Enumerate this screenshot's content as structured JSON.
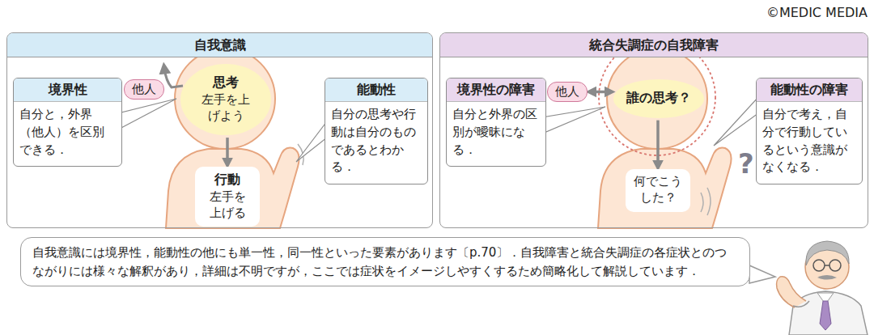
{
  "diagram": {
    "nodes": [
      {
        "text": [
          "自我意識"
        ]
      },
      {
        "text": [
          "境界性",
          "自分と，外界（他人）を区別できる．"
        ],
        "in": 0
      },
      {
        "text": [
          "他人"
        ],
        "in": 0
      },
      {
        "text": [
          "思考",
          "左手を上げよう"
        ],
        "in": 0
      },
      {
        "text": [
          "行動",
          "左手を上げる"
        ],
        "in": 0
      },
      {
        "text": [
          "能動性",
          "自分の思考や行動は自分のものであるとわかる．"
        ],
        "in": 0
      },
      {
        "text": [
          "統合失調症の自我障害"
        ]
      },
      {
        "text": [
          "境界性の障害",
          "自分と外界の区別が曖昧になる．"
        ],
        "in": 6
      },
      {
        "text": [
          "他人"
        ],
        "in": 6
      },
      {
        "text": [
          "誰の思考？"
        ],
        "in": 6
      },
      {
        "text": [
          "何でこうした？"
        ],
        "in": 6
      },
      {
        "text": [
          "能動性の障害",
          "自分で考え，自分で行動しているという意識がなくなる．"
        ],
        "in": 6
      },
      {
        "text": [
          "自我意識には境界性，能動性の他にも単一性，同一性といった要素があります〔p.70〕．自我障害と統合失調症の各症状とのつながりには様々な解釈があり，詳細は不明ですが，ここでは症状をイメージしやすくするため簡略化して解説しています．"
        ]
      }
    ],
    "edges": [
      {
        "from": 3,
        "to": 4,
        "arrow": "to"
      },
      {
        "from": 8,
        "to": 9,
        "arrow": "both"
      },
      {
        "from": 9,
        "to": 10,
        "arrow": "to"
      }
    ],
    "labels": [
      "©MEDIC MEDIA",
      "?"
    ]
  }
}
